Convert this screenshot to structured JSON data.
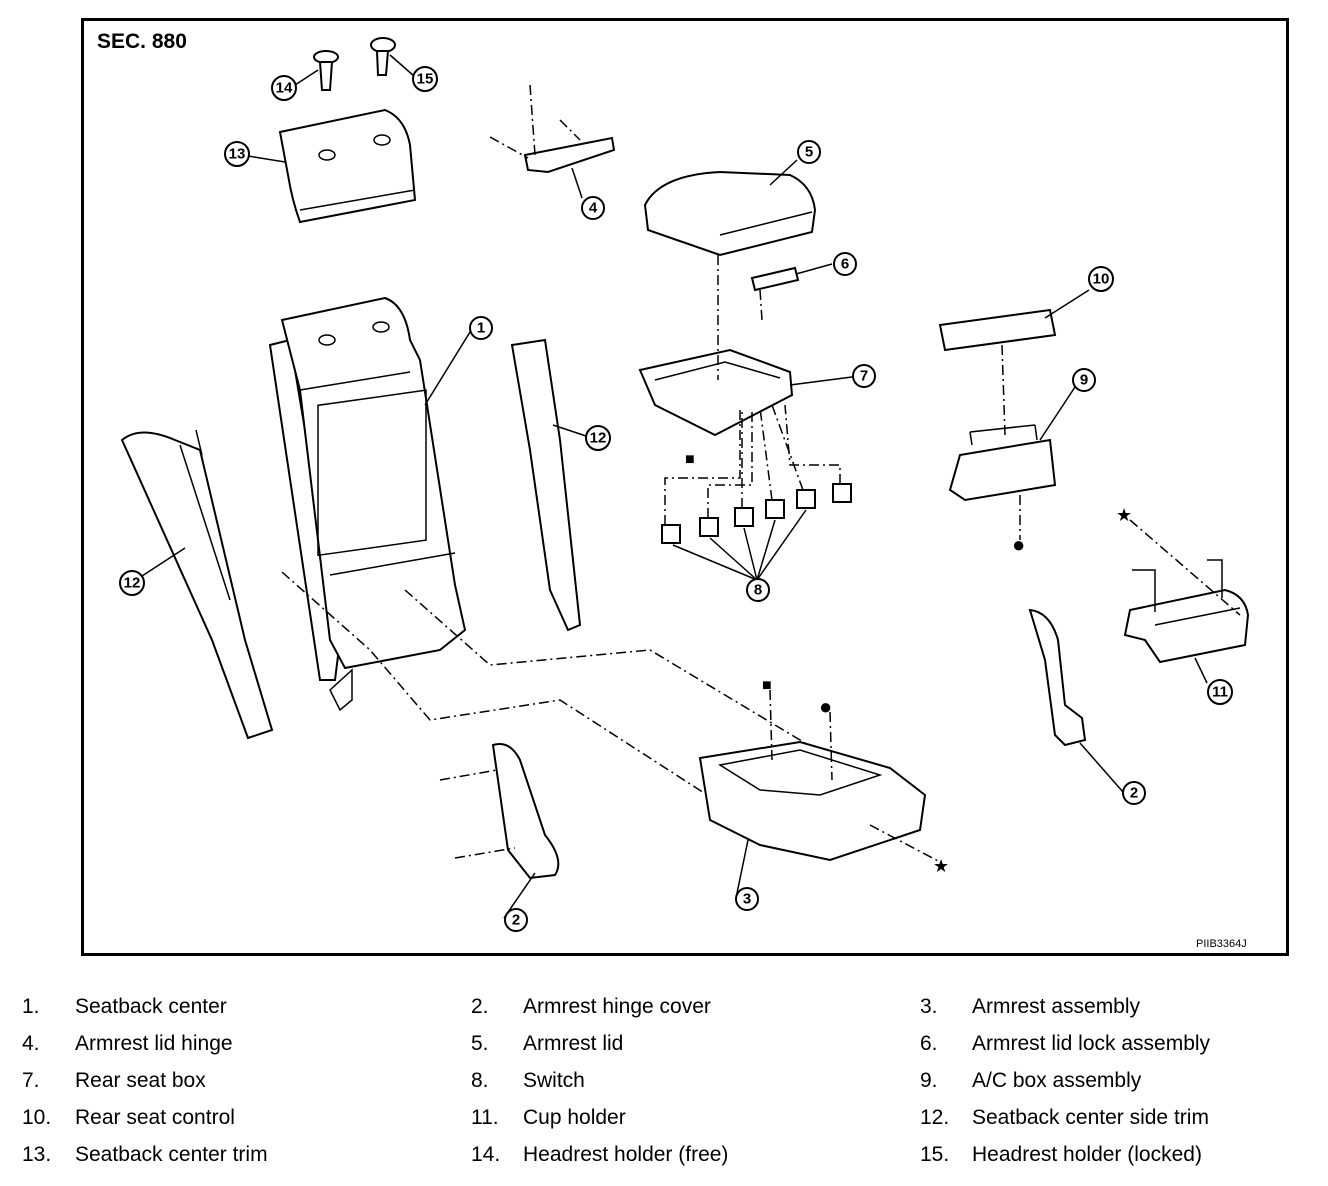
{
  "section_title": "SEC. 880",
  "figure_code": "PIIB3364J",
  "symbols": {
    "square": "■",
    "circle": "●",
    "star": "★"
  },
  "callouts": [
    "1",
    "2",
    "3",
    "4",
    "5",
    "6",
    "7",
    "8",
    "9",
    "10",
    "11",
    "12",
    "13",
    "14",
    "15"
  ],
  "legend": [
    [
      {
        "num": "1.",
        "name": "Seatback center"
      },
      {
        "num": "2.",
        "name": "Armrest hinge cover"
      },
      {
        "num": "3.",
        "name": "Armrest assembly"
      }
    ],
    [
      {
        "num": "4.",
        "name": "Armrest lid hinge"
      },
      {
        "num": "5.",
        "name": "Armrest lid"
      },
      {
        "num": "6.",
        "name": "Armrest lid lock assembly"
      }
    ],
    [
      {
        "num": "7.",
        "name": "Rear seat box"
      },
      {
        "num": "8.",
        "name": "Switch"
      },
      {
        "num": "9.",
        "name": "A/C box assembly"
      }
    ],
    [
      {
        "num": "10.",
        "name": "Rear seat control"
      },
      {
        "num": "11.",
        "name": "Cup holder"
      },
      {
        "num": "12.",
        "name": "Seatback center side trim"
      }
    ],
    [
      {
        "num": "13.",
        "name": "Seatback center trim"
      },
      {
        "num": "14.",
        "name": "Headrest holder (free)"
      },
      {
        "num": "15.",
        "name": "Headrest holder (locked)"
      }
    ]
  ]
}
